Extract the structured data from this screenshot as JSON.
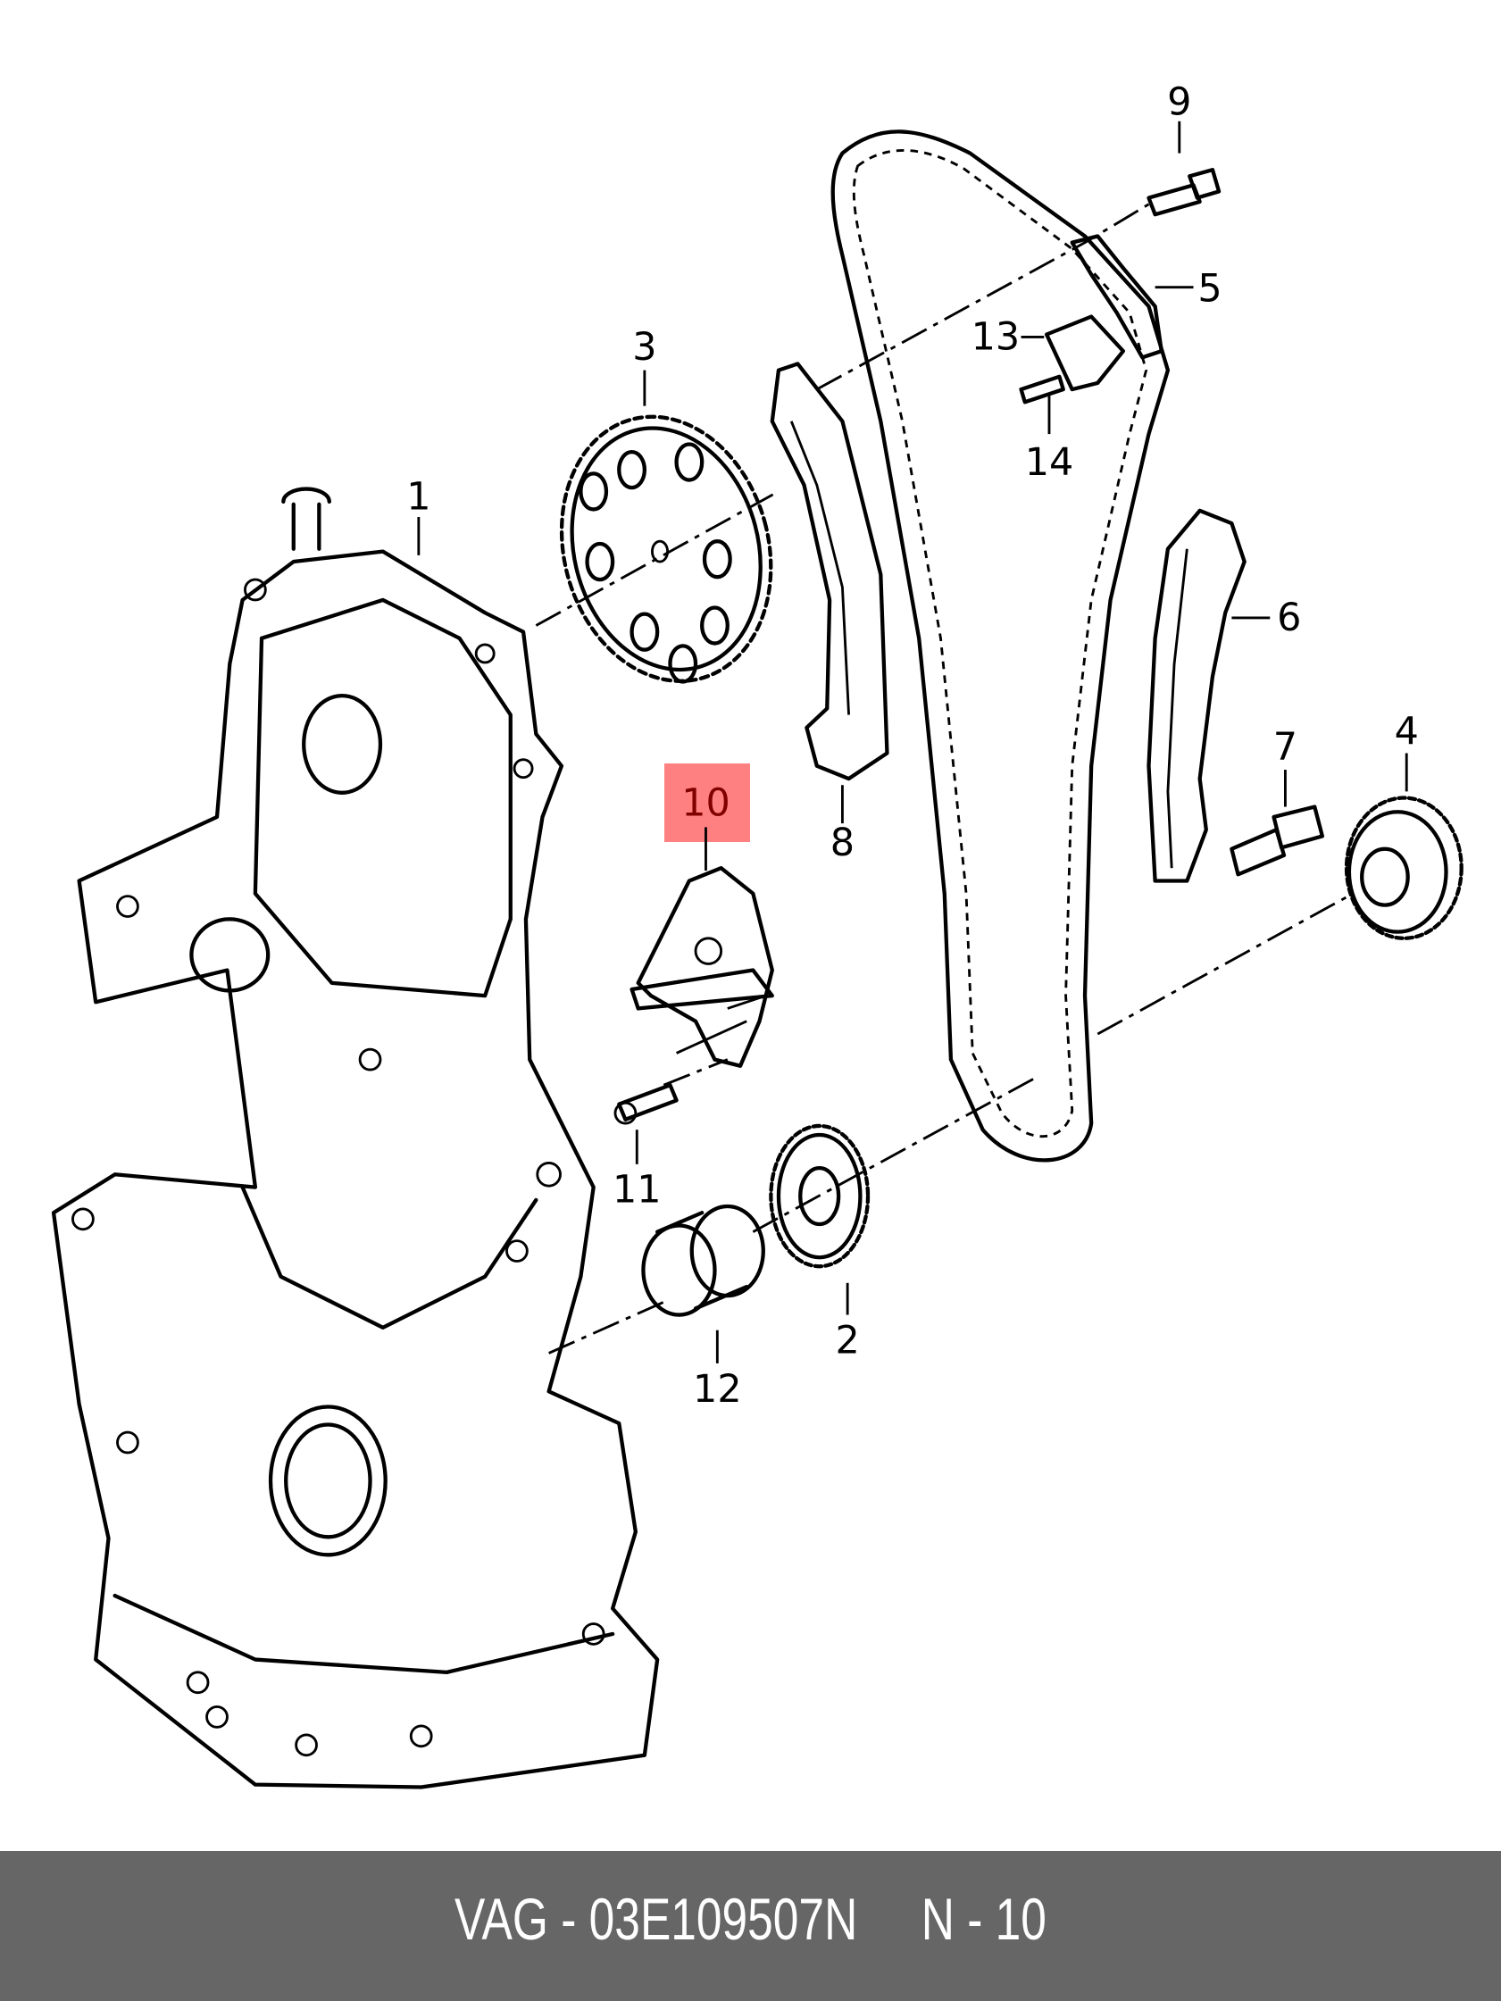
{
  "diagram": {
    "callouts": {
      "c1": "1",
      "c2": "2",
      "c3": "3",
      "c4": "4",
      "c5": "5",
      "c6": "6",
      "c7": "7",
      "c8": "8",
      "c9": "9",
      "c10": "10",
      "c11": "11",
      "c12": "12",
      "c13": "13",
      "c14": "14"
    },
    "highlighted_callout": "10",
    "highlight_color": "#ff8080"
  },
  "footer": {
    "text": "VAG - 03E109507N     N - 10",
    "background": "#666666"
  }
}
